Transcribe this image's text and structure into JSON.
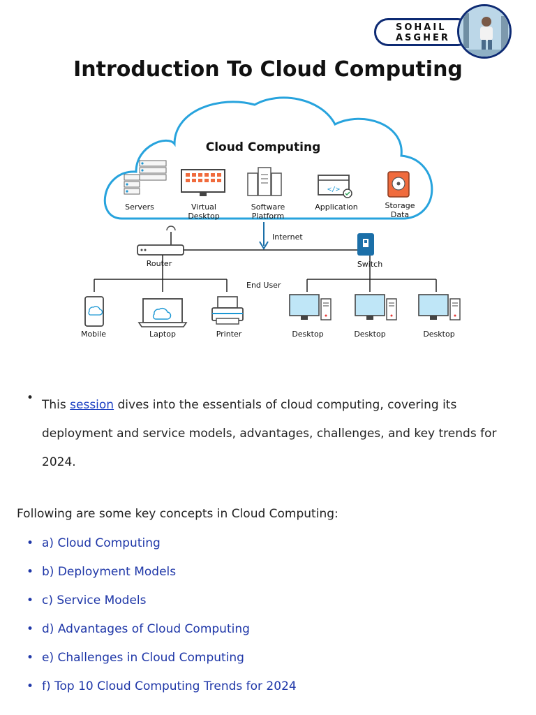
{
  "badge": {
    "line1": "SOHAIL",
    "line2": "ASGHER"
  },
  "title": "Introduction To Cloud Computing",
  "diagram": {
    "cloud_title": "Cloud Computing",
    "services": [
      {
        "label1": "Servers",
        "label2": "",
        "icon": "servers-icon"
      },
      {
        "label1": "Virtual",
        "label2": "Desktop",
        "icon": "monitor-icon"
      },
      {
        "label1": "Software",
        "label2": "Platform",
        "icon": "software-platform-icon"
      },
      {
        "label1": "Application",
        "label2": "",
        "icon": "application-window-icon"
      },
      {
        "label1": "Storage",
        "label2": "Data",
        "icon": "hard-drive-icon"
      }
    ],
    "internet_label": "Internet",
    "router_label": "Router",
    "switch_label": "Switch",
    "end_user_label": "End User",
    "devices_left": [
      "Mobile",
      "Laptop",
      "Printer"
    ],
    "devices_right": [
      "Desktop",
      "Desktop",
      "Desktop"
    ],
    "accent_color": "#1b97d4"
  },
  "intro": {
    "prefix": "This ",
    "link": "session",
    "suffix": " dives into the essentials of cloud computing, covering its deployment and service models, advantages, challenges, and key trends for 2024."
  },
  "lead": "Following are some key concepts in Cloud Computing:",
  "items": [
    "a) Cloud Computing",
    "b) Deployment Models",
    "c) Service Models",
    "d) Advantages of Cloud Computing",
    "e) Challenges in Cloud Computing",
    "f) Top 10 Cloud Computing Trends for 2024"
  ]
}
